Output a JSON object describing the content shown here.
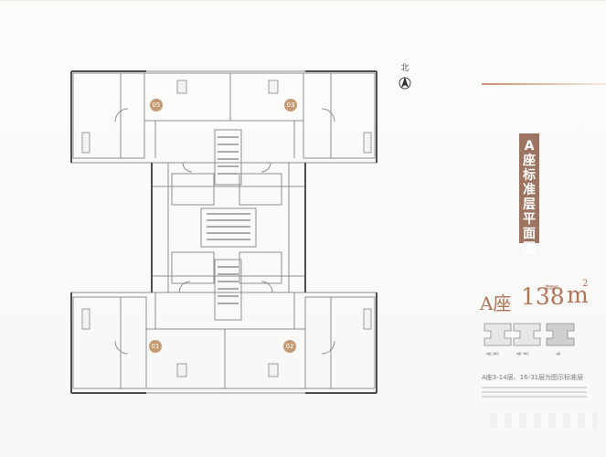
{
  "floorplan": {
    "north_label": "北",
    "title": "A座标准层平面图",
    "area": {
      "building": "A座",
      "value": "138",
      "unit": "m",
      "superscript": "2",
      "note": "建面约"
    },
    "units": [
      "01",
      "02",
      "03",
      "05"
    ],
    "keyplan_labels": [
      "B座二单元",
      "B座一单元",
      "A座"
    ],
    "caption": "A座3-14层、16-31层为图示标准层"
  },
  "colors": {
    "accent": "#b07555",
    "title_bg": "#9d7361",
    "unit_marker": "#c59a73"
  }
}
